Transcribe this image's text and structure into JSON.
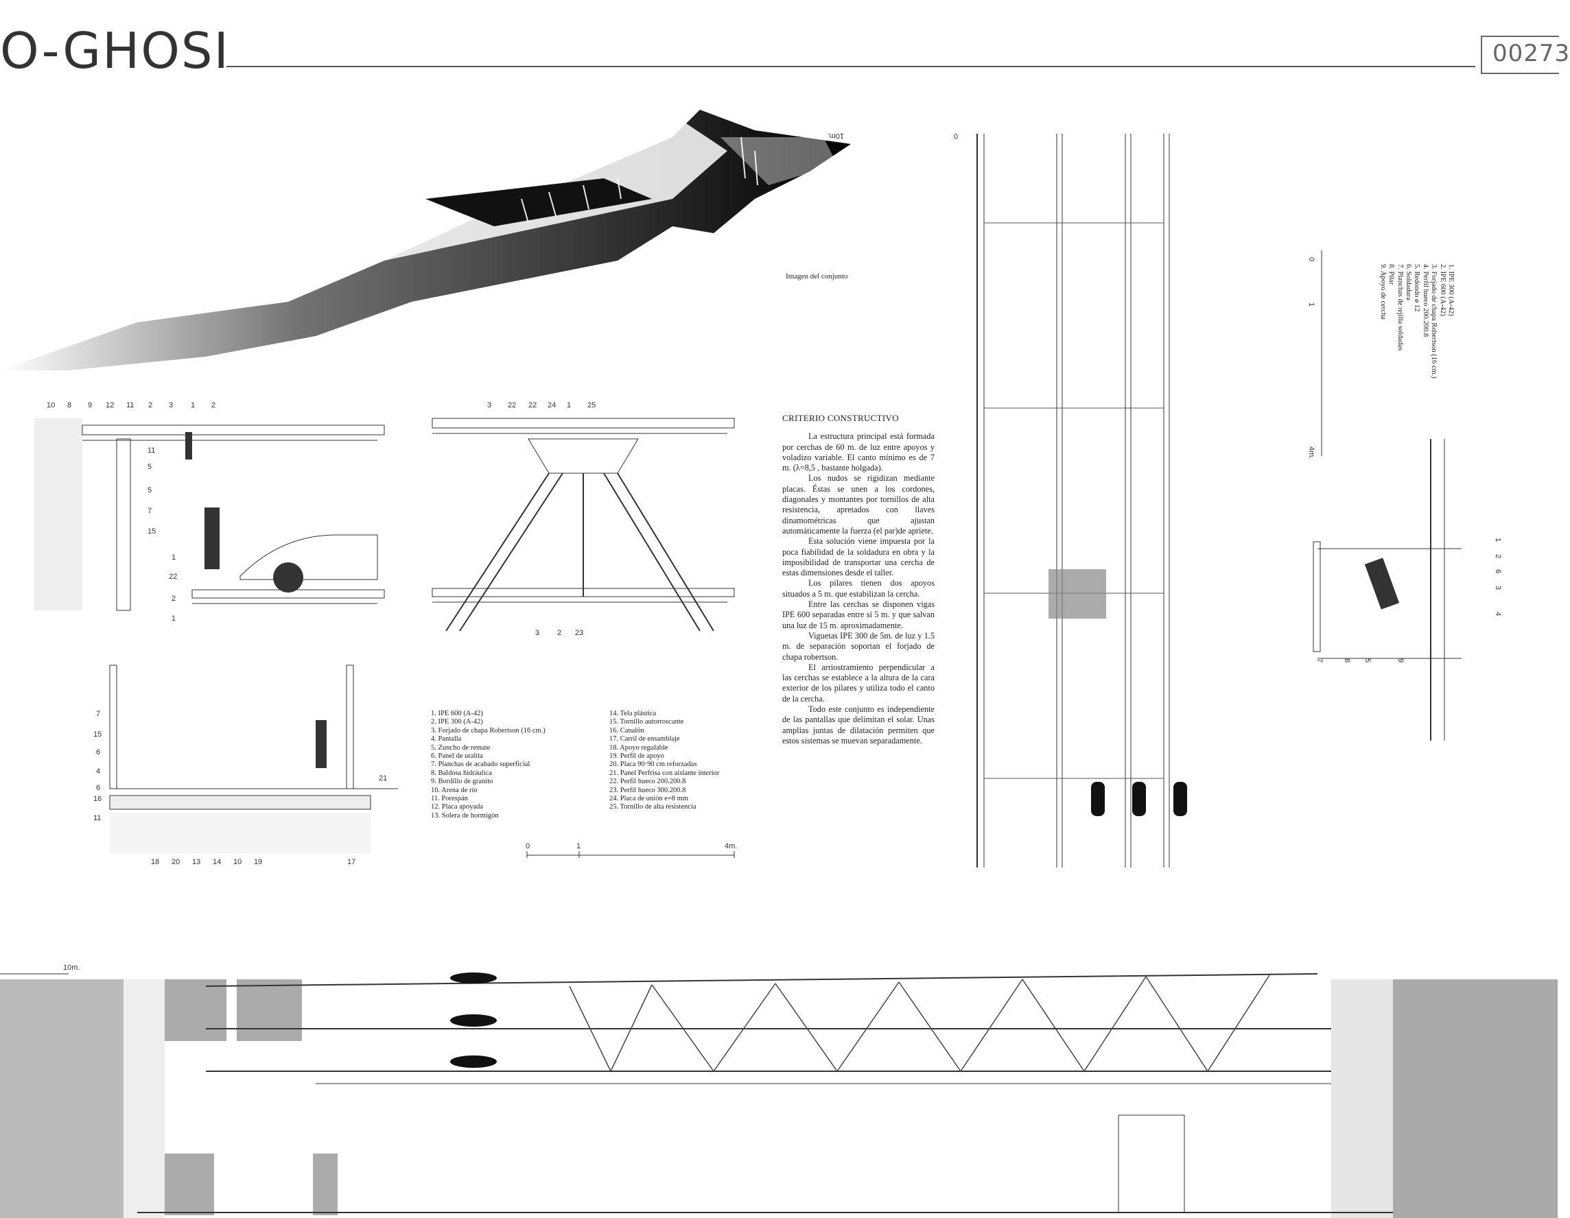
{
  "sheet": {
    "title": "O-GHOSI",
    "number": "00273"
  },
  "aerial": {
    "caption": "Imagen del conjunto"
  },
  "detail_top_left": {
    "top_labels": [
      "10",
      "8",
      "9",
      "12",
      "11",
      "2",
      "3",
      "1",
      "2"
    ],
    "side_labels": [
      "11",
      "5",
      "5",
      "7",
      "15",
      "1",
      "22",
      "2",
      "1"
    ]
  },
  "detail_truss_node": {
    "top_labels": [
      "3",
      "22",
      "22",
      "24",
      "1",
      "25"
    ],
    "bottom_labels": [
      "3",
      "2",
      "23"
    ]
  },
  "detail_bottom_left": {
    "side_labels": [
      "7",
      "15",
      "6",
      "4",
      "6",
      "16",
      "11"
    ],
    "bottom_labels": [
      "18",
      "20",
      "13",
      "14",
      "10",
      "19",
      "17"
    ],
    "right_label": "21"
  },
  "criterio": {
    "heading": "CRITERIO CONSTRUCTIVO",
    "paragraphs": [
      "La estructura principal está formada por cerchas de 60 m. de luz entre apoyos y voladizo variable. El canto mínimo es de 7 m. (λ=8,5 , bastante holgada).",
      "Los nudos se rigidizan mediante placas. Éstas se unen a los cordones, diagonales y montantes por tornillos de alta resistencia, apretados con llaves dinamométricas que ajustan automáticamente la fuerza (el par)de apriete.",
      "Esta solución viene impuesta por la poca fiabilidad de la soldadura en obra y la imposibilidad de transportar una cercha de estas dimensiones desde el taller.",
      "Los pilares tienen dos apoyos situados a 5 m. que estabilizan la cercha.",
      "Entre las cerchas se disponen vigas IPE 600 separadas entre sí 5 m. y que salvan una luz de 15 m. aproximadamente.",
      "Viguetas IPE 300 de 5m. de luz y 1.5 m. de separación soportan el forjado de chapa robertson.",
      "El arriostramiento perpendicular a las cerchas se establece a la altura de la cara exterior de los pilares y utiliza todo el canto de la cercha.",
      "Todo este conjunto es independiente de las pantallas que delimitan el solar. Unas amplias juntas de dilatación permiten que estos sistemas se muevan separadamente."
    ]
  },
  "legend_left": [
    "1.  IPE 600 (A-42)",
    "2.  IPE 300 (A-42)",
    "3.  Forjado de chapa Robertson (16 cm.)",
    "4.  Pantalla",
    "5.  Zuncho de remate",
    "6.  Panel de uralita",
    "7.  Planchas de acabado superficial",
    "8.  Baldosa hidráulica",
    "9.  Bordillo de granito",
    "10. Arena de río",
    "11. Porespán",
    "12. Placa apoyada",
    "13. Solera de hormigón"
  ],
  "legend_right": [
    "14. Tela plástica",
    "15. Tornillo autorroscante",
    "16. Canalón",
    "17. Carril de ensamblaje",
    "18. Apoyo regulable",
    "19. Perfil de apoyo",
    "20. Placa  90·90 cm reforzadas",
    "21. Panel Perfrisa con aislante interior",
    "22. Perfil hueco 200.200.8",
    "23. Perfil hueco 300.200.8",
    "24. Placa de unión e=8 mm",
    "25. Tornillo de alta resistencia"
  ],
  "scale_small": {
    "start": "0",
    "mid": "1",
    "end": "4m."
  },
  "plan_scale": {
    "start": "0",
    "end": "10m."
  },
  "right_legend": [
    "1.  IPE 300 (A-42)",
    "2.  IPE 600 (A-42)",
    "3.  Forjado de chapa Robertson (16 cm.)",
    "4.  Perfil hueco 200.200.8",
    "5.  Redondo ø 12",
    "6.  Soldadura",
    "7.  Planchas de rejilla soldadas",
    "8.  Pilar",
    "9.  Apoyo de cercha"
  ],
  "right_scale": {
    "start": "0",
    "mid": "1",
    "end": "4m."
  },
  "right_detail_labels": [
    "1",
    "2",
    "6",
    "3",
    "4",
    "7",
    "8",
    "5",
    "9"
  ],
  "section_scale": "10m."
}
